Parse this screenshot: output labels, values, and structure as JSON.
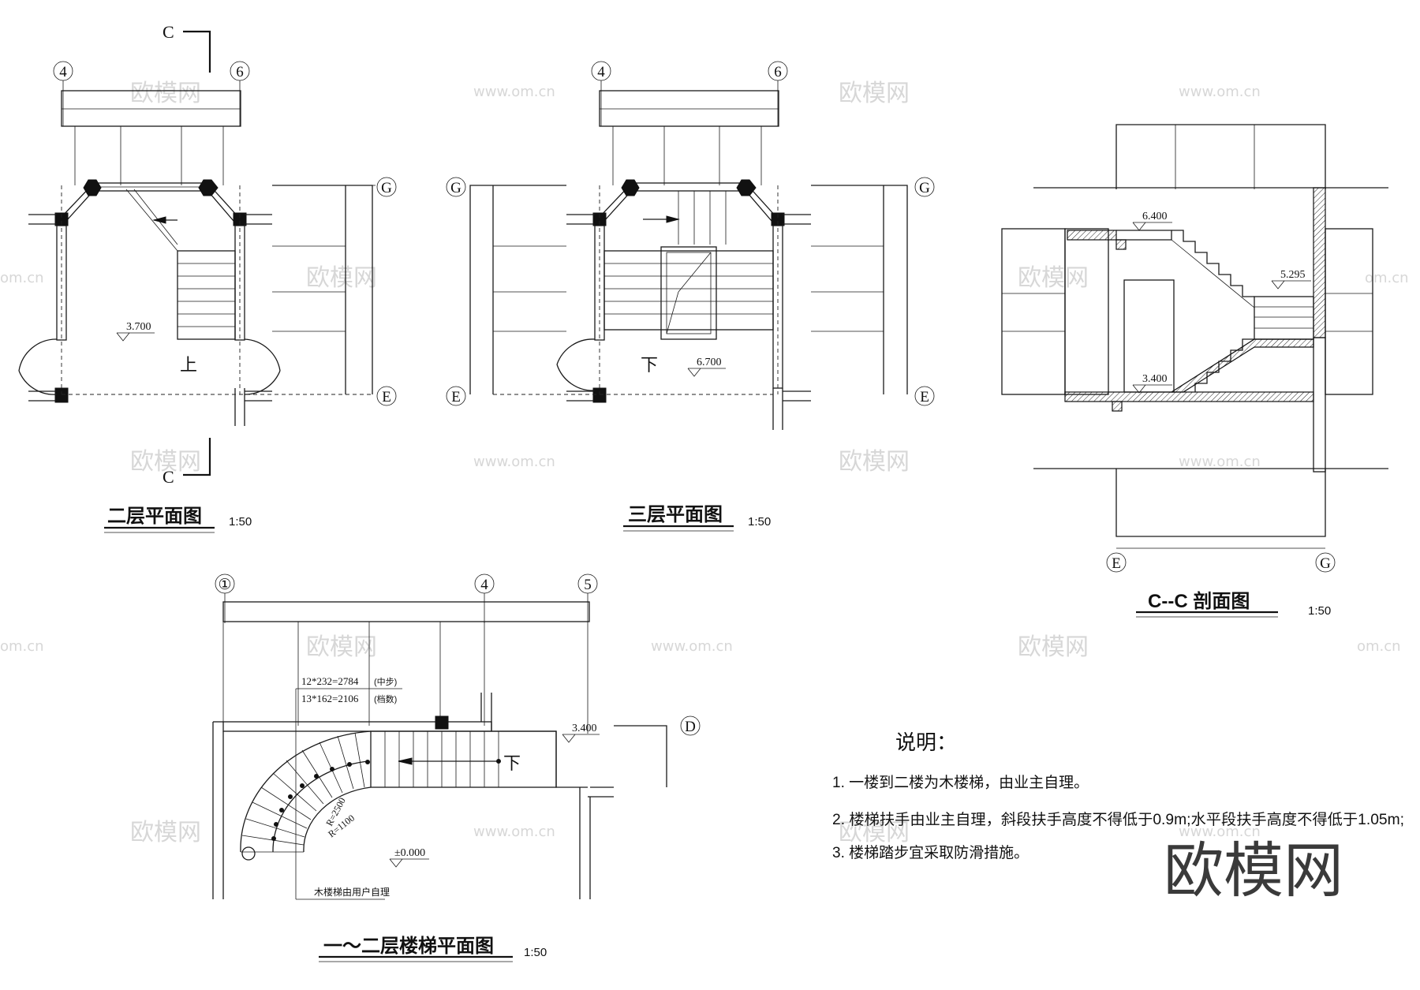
{
  "axes": {
    "a1": "①",
    "a4": "4",
    "a5": "5",
    "a6": "6",
    "aC": "C",
    "aD": "D",
    "aE": "E",
    "aG": "G"
  },
  "plans": {
    "second": {
      "title": "二层平面图",
      "scale": "1:50",
      "elevation": "3.700",
      "direction": "上"
    },
    "third": {
      "title": "三层平面图",
      "scale": "1:50",
      "elevation": "6.700",
      "direction": "下"
    },
    "section": {
      "title": "C--C 剖面图",
      "scale": "1:50",
      "elev_top": "6.400",
      "elev_mid": "5.295",
      "elev_bottom": "3.400"
    },
    "first": {
      "title": "一～二层楼梯平面图",
      "scale": "1:50",
      "dim1": "12*232=2784",
      "dim1_note": "(中步)",
      "dim2": "13*162=2106",
      "dim2_note": "(档数)",
      "elevation_top": "3.400",
      "elevation_ground": "±0.000",
      "direction": "下",
      "radius_outer": "R=2500",
      "radius_inner": "R=1100",
      "note": "木楼梯由用户自理"
    }
  },
  "notes": {
    "heading": "说明：",
    "items": [
      "1. 一楼到二楼为木楼梯，由业主自理。",
      "2. 楼梯扶手由业主自理，斜段扶手高度不得低于0.9m;水平段扶手高度不得低于1.05m;",
      "3. 楼梯踏步宜采取防滑措施。"
    ]
  },
  "watermark": {
    "logo": "欧模网",
    "url": "www.om.cn",
    "url_partial": "om.cn"
  }
}
